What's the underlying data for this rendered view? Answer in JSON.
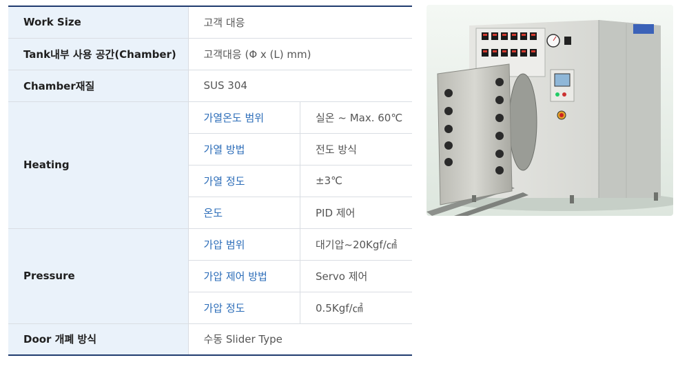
{
  "specs": {
    "work_size": {
      "label": "Work Size",
      "value": "고객 대응"
    },
    "tank": {
      "label": "Tank내부 사용 공간(Chamber)",
      "value": "고객대응 (Φ x (L) mm)"
    },
    "material": {
      "label": "Chamber재질",
      "value": "SUS 304"
    },
    "heating": {
      "label": "Heating",
      "rows": [
        {
          "label": "가열온도 범위",
          "value": "실온 ~ Max. 60℃"
        },
        {
          "label": "가열 방법",
          "value": "전도 방식"
        },
        {
          "label": "가열 정도",
          "value": "±3℃"
        },
        {
          "label": "온도",
          "value": "PID 제어"
        }
      ]
    },
    "pressure": {
      "label": "Pressure",
      "rows": [
        {
          "label": "가압 범위",
          "value": "대기압~20Kgf/㎠"
        },
        {
          "label": "가압 제어 방법",
          "value": "Servo 제어"
        },
        {
          "label": "가압 정도",
          "value": "0.5Kgf/㎠"
        }
      ]
    },
    "door": {
      "label": "Door 개폐 방식",
      "value": "수동 Slider Type"
    }
  },
  "colors": {
    "header_bg": "#eaf2fa",
    "border_accent": "#1f3a6e",
    "sub_label": "#2b6cb8"
  }
}
